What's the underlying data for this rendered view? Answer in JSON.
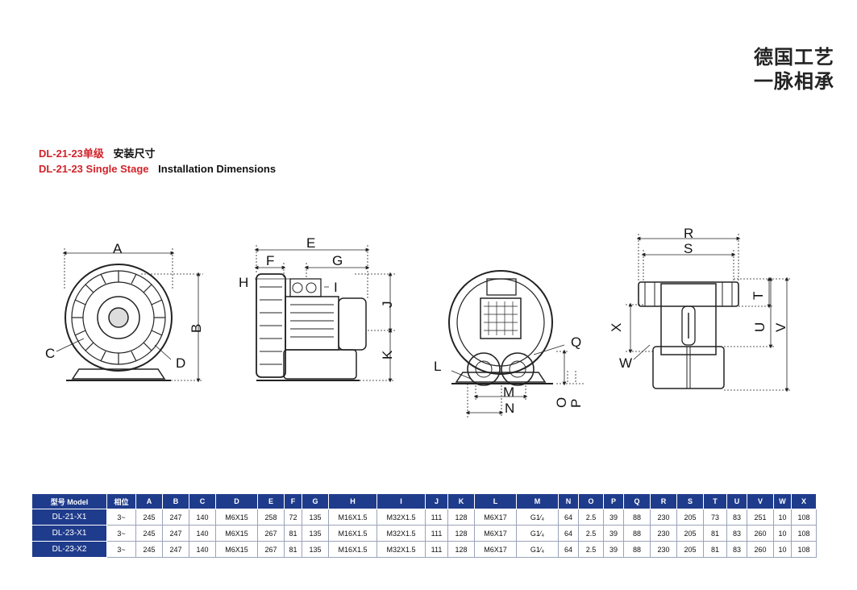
{
  "slogan": {
    "line1": "德国工艺",
    "line2": "一脉相承"
  },
  "heading": {
    "cn_code": "DL-21-23单级",
    "cn_text": "安装尺寸",
    "en_code": "DL-21-23 Single Stage",
    "en_text": "Installation Dimensions"
  },
  "dims": {
    "A": "A",
    "B": "B",
    "C": "C",
    "D": "D",
    "E": "E",
    "F": "F",
    "G": "G",
    "H": "H",
    "I": "I",
    "J": "J",
    "K": "K",
    "L": "L",
    "M": "M",
    "N": "N",
    "O": "O",
    "P": "P",
    "Q": "Q",
    "R": "R",
    "S": "S",
    "T": "T",
    "U": "U",
    "V": "V",
    "W": "W",
    "X": "X"
  },
  "table": {
    "headers": [
      "型号 Model",
      "相位",
      "A",
      "B",
      "C",
      "D",
      "E",
      "F",
      "G",
      "H",
      "I",
      "J",
      "K",
      "L",
      "M",
      "N",
      "O",
      "P",
      "Q",
      "R",
      "S",
      "T",
      "U",
      "V",
      "W",
      "X"
    ],
    "rows": [
      [
        "DL-21-X1",
        "3~",
        "245",
        "247",
        "140",
        "M6X15",
        "258",
        "72",
        "135",
        "M16X1.5",
        "M32X1.5",
        "111",
        "128",
        "M6X17",
        "G1⁄₄",
        "64",
        "2.5",
        "39",
        "88",
        "230",
        "205",
        "73",
        "83",
        "251",
        "10",
        "108"
      ],
      [
        "DL-23-X1",
        "3~",
        "245",
        "247",
        "140",
        "M6X15",
        "267",
        "81",
        "135",
        "M16X1.5",
        "M32X1.5",
        "111",
        "128",
        "M6X17",
        "G1⁄₄",
        "64",
        "2.5",
        "39",
        "88",
        "230",
        "205",
        "81",
        "83",
        "260",
        "10",
        "108"
      ],
      [
        "DL-23-X2",
        "3~",
        "245",
        "247",
        "140",
        "M6X15",
        "267",
        "81",
        "135",
        "M16X1.5",
        "M32X1.5",
        "111",
        "128",
        "M6X17",
        "G1⁄₄",
        "64",
        "2.5",
        "39",
        "88",
        "230",
        "205",
        "81",
        "83",
        "260",
        "10",
        "108"
      ]
    ]
  }
}
